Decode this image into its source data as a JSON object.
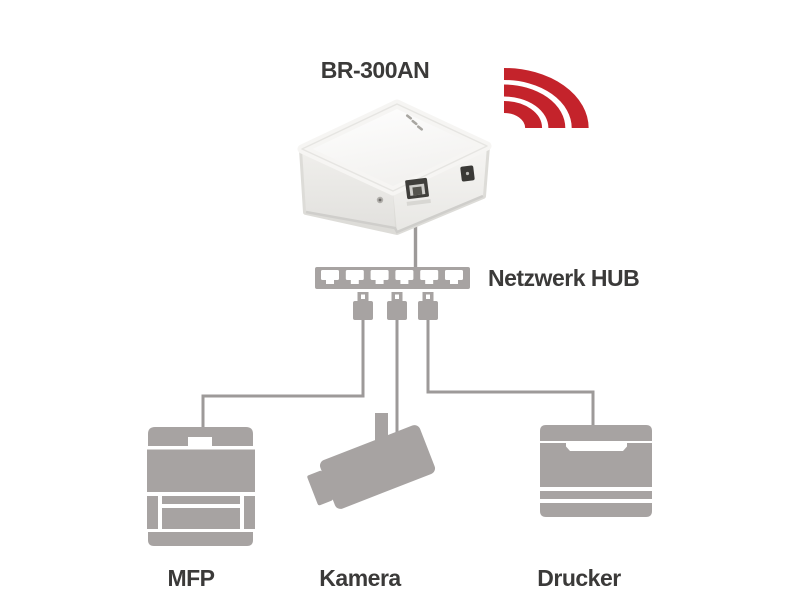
{
  "diagram": {
    "title": "BR-300AN",
    "hub_label": "Netzwerk HUB",
    "access_point": {
      "model": "BR-300AN",
      "image": "wireless-print-server-photo",
      "signal_icon": "wifi-signal-icon"
    },
    "hub": {
      "label": "Netzwerk HUB",
      "icon": "network-hub-icon",
      "visible_ports": 6,
      "connected_plugs": 3
    },
    "devices": [
      {
        "name": "mfp",
        "label": "MFP",
        "icon": "multifunction-printer-icon"
      },
      {
        "name": "kamera",
        "label": "Kamera",
        "icon": "cctv-camera-icon"
      },
      {
        "name": "drucker",
        "label": "Drucker",
        "icon": "printer-icon"
      }
    ],
    "colors": {
      "wifi_red": "#c4232b",
      "icon_gray": "#a7a3a2",
      "cable_gray": "#9d9a99",
      "label_text": "#3b3a39",
      "background": "#ffffff"
    }
  }
}
